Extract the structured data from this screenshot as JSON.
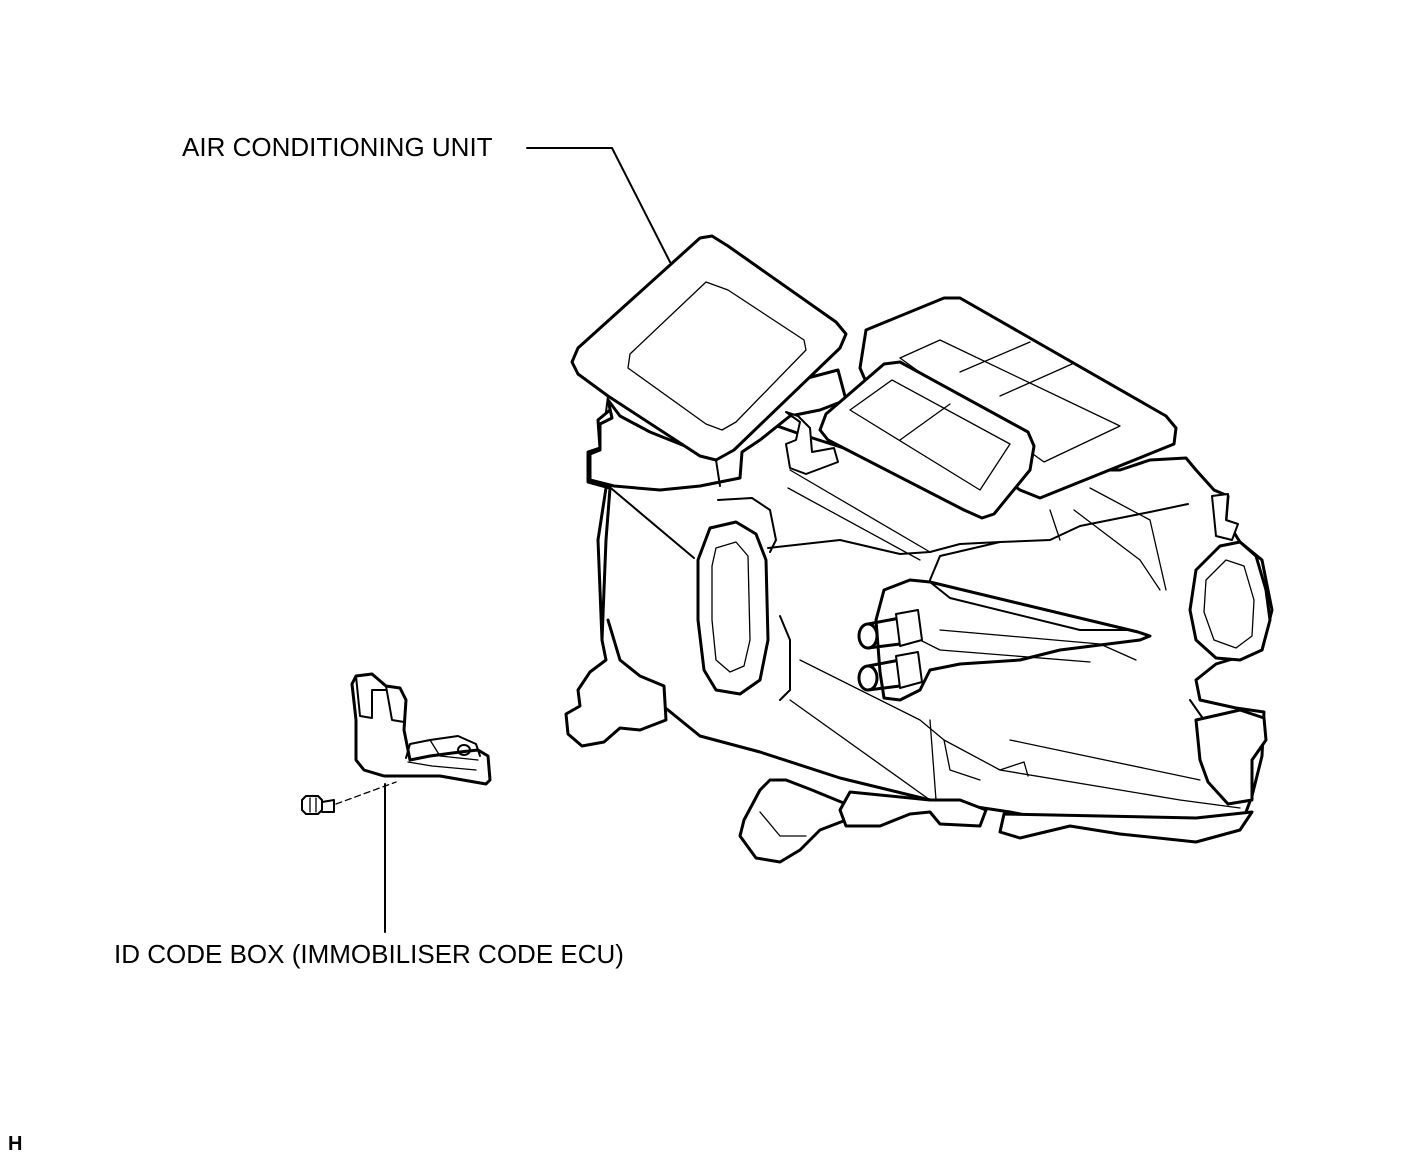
{
  "labels": {
    "air_conditioning_unit": "AIR CONDITIONING UNIT",
    "id_code_box": "ID CODE BOX (IMMOBILISER CODE ECU)"
  },
  "figure_code": "H",
  "colors": {
    "line": "#000000",
    "background": "#ffffff"
  }
}
